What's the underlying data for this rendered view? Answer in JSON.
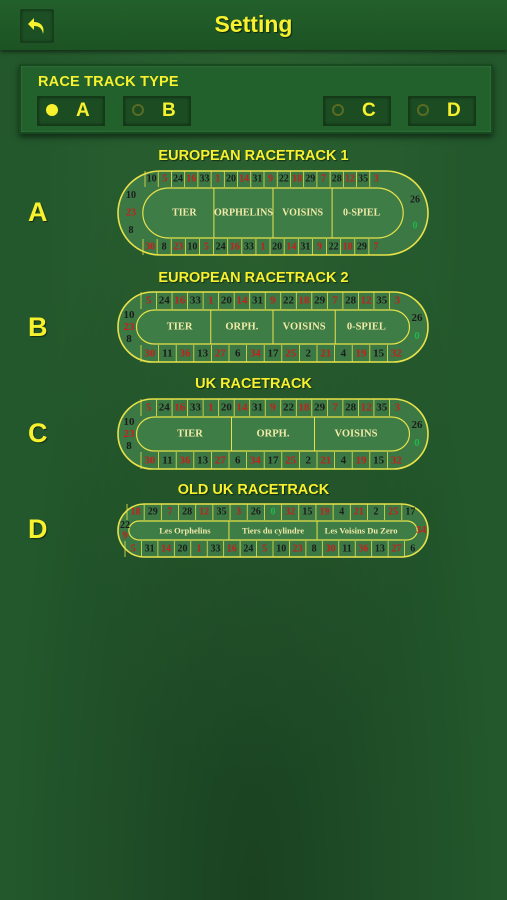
{
  "header": {
    "title": "Setting",
    "back_icon": "undo-arrow-icon"
  },
  "race_track_type": {
    "label": "RACE TRACK TYPE",
    "options": [
      {
        "label": "A",
        "selected": true
      },
      {
        "label": "B",
        "selected": false
      },
      {
        "label": "C",
        "selected": false
      },
      {
        "label": "D",
        "selected": false
      }
    ]
  },
  "tracks": [
    {
      "letter": "A",
      "title": "EUROPEAN RACETRACK 1",
      "top": [
        "10",
        "5",
        "24",
        "16",
        "33",
        "1",
        "20",
        "14",
        "31",
        "9",
        "22",
        "18",
        "29",
        "7",
        "28",
        "12",
        "35",
        "3"
      ],
      "bottom": [
        "30",
        "8",
        "23",
        "10",
        "5",
        "24",
        "16",
        "33",
        "1",
        "20",
        "14",
        "31",
        "9",
        "22",
        "18",
        "29",
        "7"
      ],
      "left": [
        "10",
        "23",
        "8"
      ],
      "right": [
        "26",
        "0"
      ],
      "sections": [
        "TIER",
        "ORPHELINS",
        "VOISINS",
        "0-SPIEL"
      ]
    },
    {
      "letter": "B",
      "title": "EUROPEAN RACETRACK 2",
      "top": [
        "5",
        "24",
        "16",
        "33",
        "1",
        "20",
        "14",
        "31",
        "9",
        "22",
        "18",
        "29",
        "7",
        "28",
        "12",
        "35",
        "3"
      ],
      "bottom": [
        "30",
        "11",
        "36",
        "13",
        "27",
        "6",
        "34",
        "17",
        "25",
        "2",
        "21",
        "4",
        "19",
        "15",
        "32"
      ],
      "left": [
        "10",
        "23",
        "8"
      ],
      "right": [
        "26",
        "0"
      ],
      "sections": [
        "TIER",
        "ORPH.",
        "VOISINS",
        "0-SPIEL"
      ]
    },
    {
      "letter": "C",
      "title": "UK RACETRACK",
      "top": [
        "5",
        "24",
        "16",
        "33",
        "1",
        "20",
        "14",
        "31",
        "9",
        "22",
        "18",
        "29",
        "7",
        "28",
        "12",
        "35",
        "3"
      ],
      "bottom": [
        "30",
        "11",
        "36",
        "13",
        "27",
        "6",
        "34",
        "17",
        "25",
        "2",
        "21",
        "4",
        "19",
        "15",
        "32"
      ],
      "left": [
        "10",
        "23",
        "8"
      ],
      "right": [
        "26",
        "0"
      ],
      "sections": [
        "TIER",
        "ORPH.",
        "VOISINS"
      ]
    },
    {
      "letter": "D",
      "title": "OLD UK RACETRACK",
      "top": [
        "18",
        "29",
        "7",
        "28",
        "12",
        "35",
        "3",
        "26",
        "0",
        "32",
        "15",
        "19",
        "4",
        "21",
        "2",
        "25",
        "17"
      ],
      "bottom": [
        "5",
        "31",
        "14",
        "20",
        "1",
        "33",
        "16",
        "24",
        "5",
        "10",
        "23",
        "8",
        "30",
        "11",
        "36",
        "13",
        "27",
        "6"
      ],
      "left": [
        "22",
        "9"
      ],
      "right": [
        "34"
      ],
      "sections": [
        "Les Orphelins",
        "Tiers du cylindre",
        "Les Voisins Du Zero"
      ]
    }
  ],
  "colors": {
    "red": "#c81e1e",
    "black": "#1c1c1c",
    "green": "#1fb84a",
    "felt": "#3b7843",
    "frame": "#e8e24a"
  },
  "reds": [
    "1",
    "3",
    "5",
    "7",
    "9",
    "12",
    "14",
    "16",
    "18",
    "19",
    "21",
    "23",
    "25",
    "27",
    "30",
    "32",
    "34",
    "36"
  ]
}
